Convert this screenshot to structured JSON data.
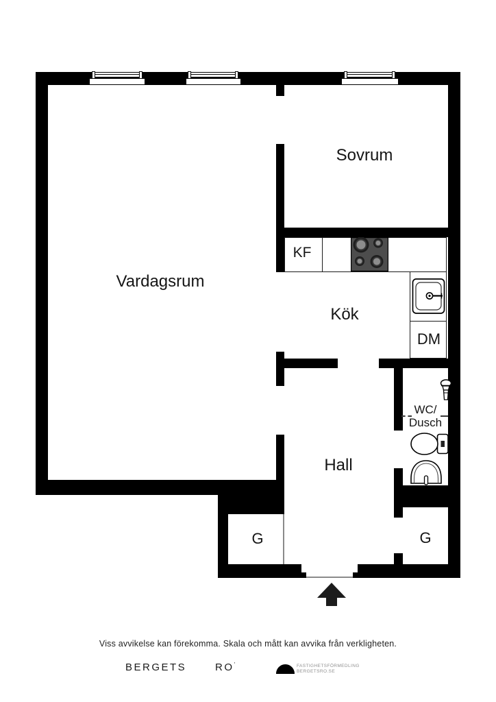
{
  "plan": {
    "rooms": {
      "living_room": "Vardagsrum",
      "bedroom": "Sovrum",
      "kitchen": "Kök",
      "hall": "Hall",
      "bath_line1": "WC/",
      "bath_line2": "Dusch",
      "fridge_freezer": "KF",
      "dishwasher": "DM",
      "wardrobe_left": "G",
      "wardrobe_right": "G"
    }
  },
  "footer": {
    "disclaimer": "Viss avvikelse kan förekomma. Skala och mått kan avvika från verkligheten.",
    "brand_word1": "BERGETS",
    "brand_word2": "RO",
    "brand_mark": "'",
    "brand_tagline_line1": "FASTIGHETSFÖRMEDLING",
    "brand_tagline_line2": "BERGETSRO.SE"
  },
  "colors": {
    "wall": "#000000",
    "stove_body": "#4d4d4d",
    "text": "#151515",
    "muted_text": "#8f8f8f"
  }
}
